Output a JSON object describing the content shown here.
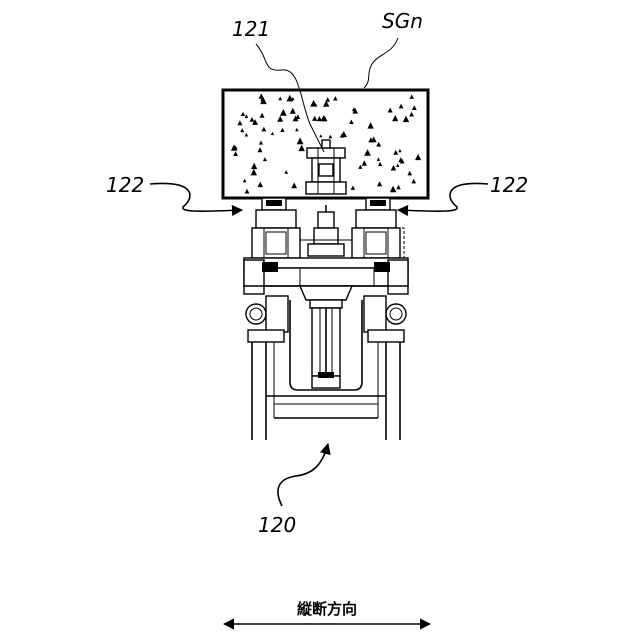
{
  "labels": {
    "sgn": "SGn",
    "part_121": "121",
    "part_122_left": "122",
    "part_122_right": "122",
    "part_120": "120"
  },
  "caption": {
    "direction": "縦断方向"
  }
}
